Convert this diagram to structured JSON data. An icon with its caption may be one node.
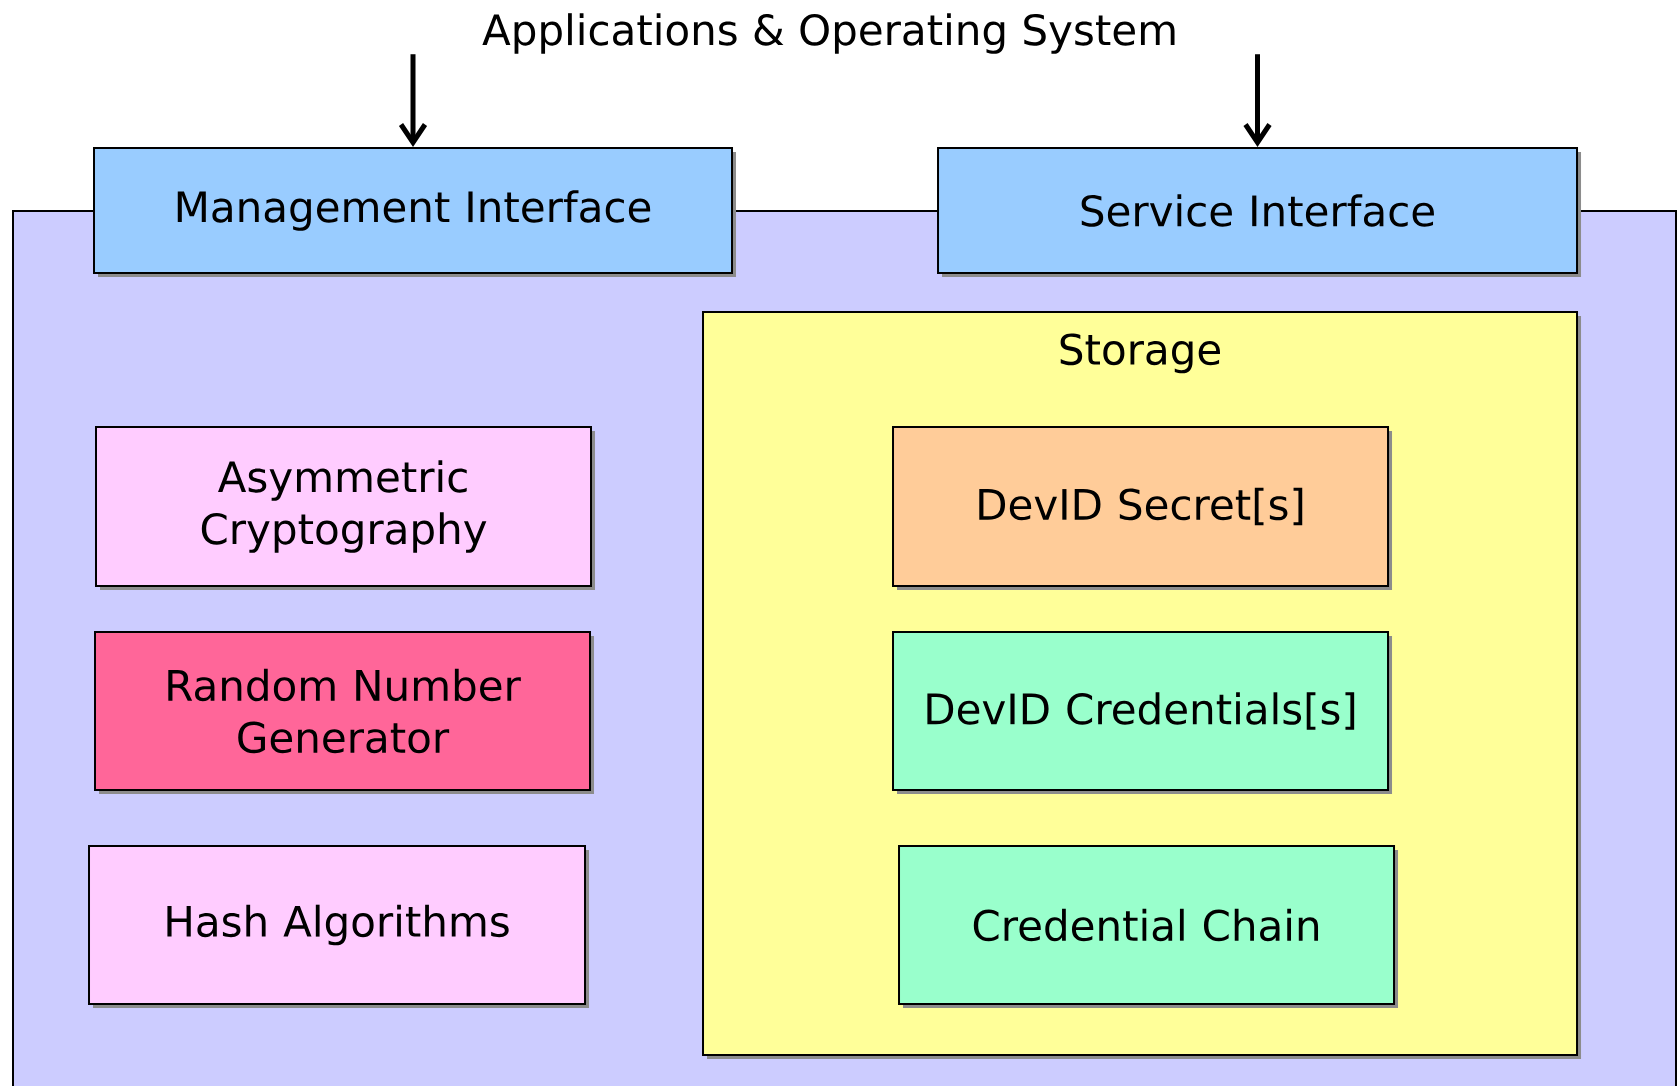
{
  "diagram": {
    "nodes": [
      {
        "text": [
          "Applications & Operating System"
        ]
      },
      {
        "text": [],
        "shape": "box"
      },
      {
        "text": [
          "Management Interface"
        ]
      },
      {
        "text": [
          "Service Interface"
        ]
      },
      {
        "text": [
          "Asymmetric Cryptography"
        ],
        "in": 1
      },
      {
        "text": [
          "Random Number Generator"
        ],
        "in": 1
      },
      {
        "text": [
          "Hash Algorithms"
        ],
        "in": 1
      },
      {
        "text": [
          "Storage"
        ],
        "in": 1
      },
      {
        "text": [
          "DevID Secret[s]"
        ],
        "in": 7
      },
      {
        "text": [
          "DevID Credentials[s]"
        ],
        "in": 7
      },
      {
        "text": [
          "Credential Chain"
        ],
        "in": 7
      }
    ],
    "edges": [
      {
        "from": 0,
        "to": 2,
        "arrow": "to"
      },
      {
        "from": 0,
        "to": 3,
        "arrow": "to"
      }
    ]
  }
}
